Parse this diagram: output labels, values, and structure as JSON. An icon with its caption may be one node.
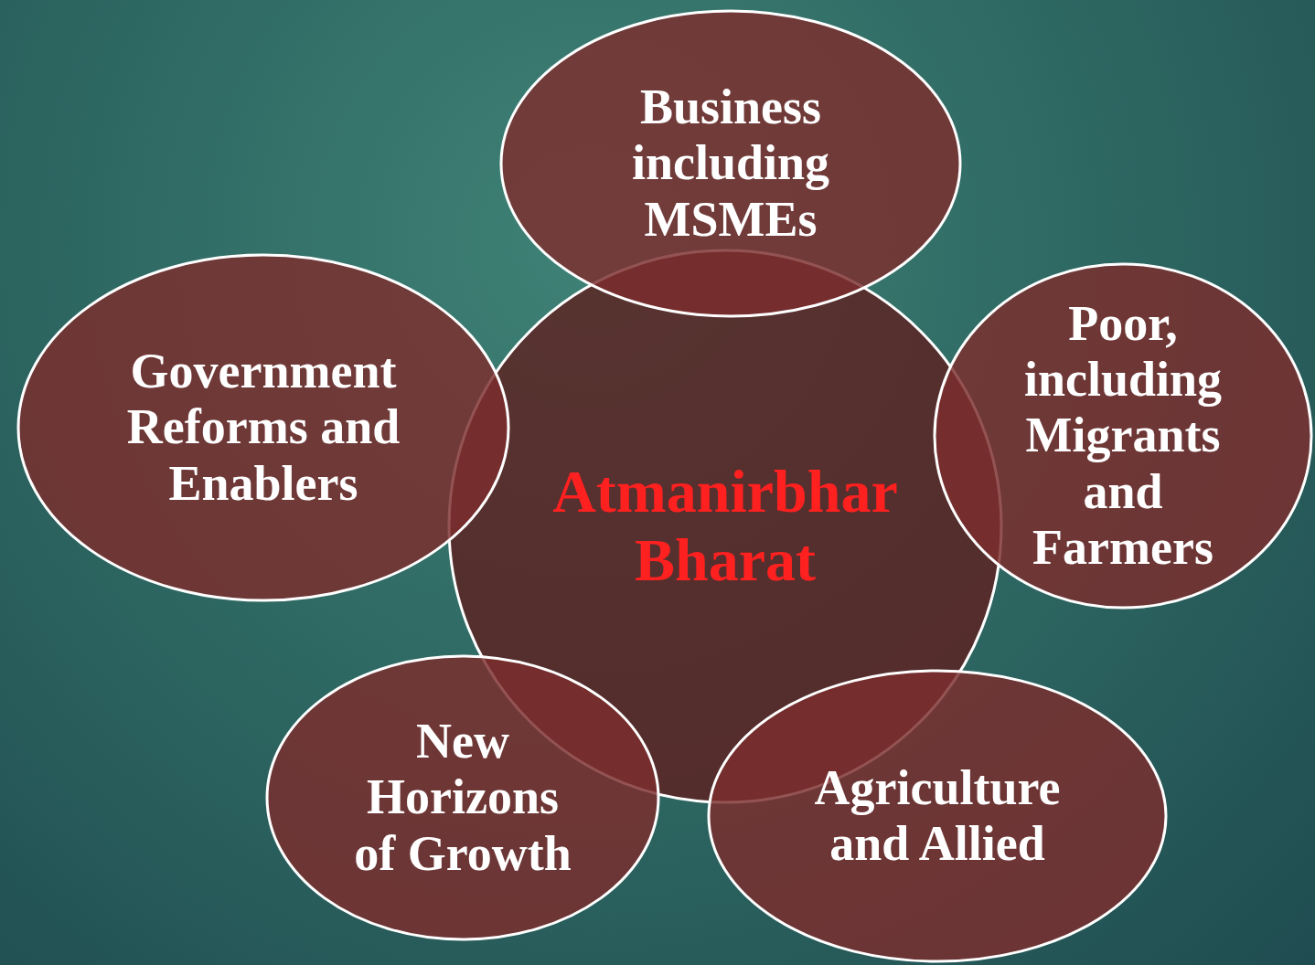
{
  "diagram": {
    "nodes": [
      {
        "text": [
          "Business including MSMEs"
        ]
      },
      {
        "text": [
          "Government Reforms and Enablers"
        ]
      },
      {
        "text": [
          "Atmanirbhar Bharat"
        ]
      },
      {
        "text": [
          "Poor, including Migrants and Farmers"
        ]
      },
      {
        "text": [
          "New Horizons of Growth"
        ]
      },
      {
        "text": [
          "Agriculture and Allied"
        ]
      }
    ],
    "edges": []
  }
}
